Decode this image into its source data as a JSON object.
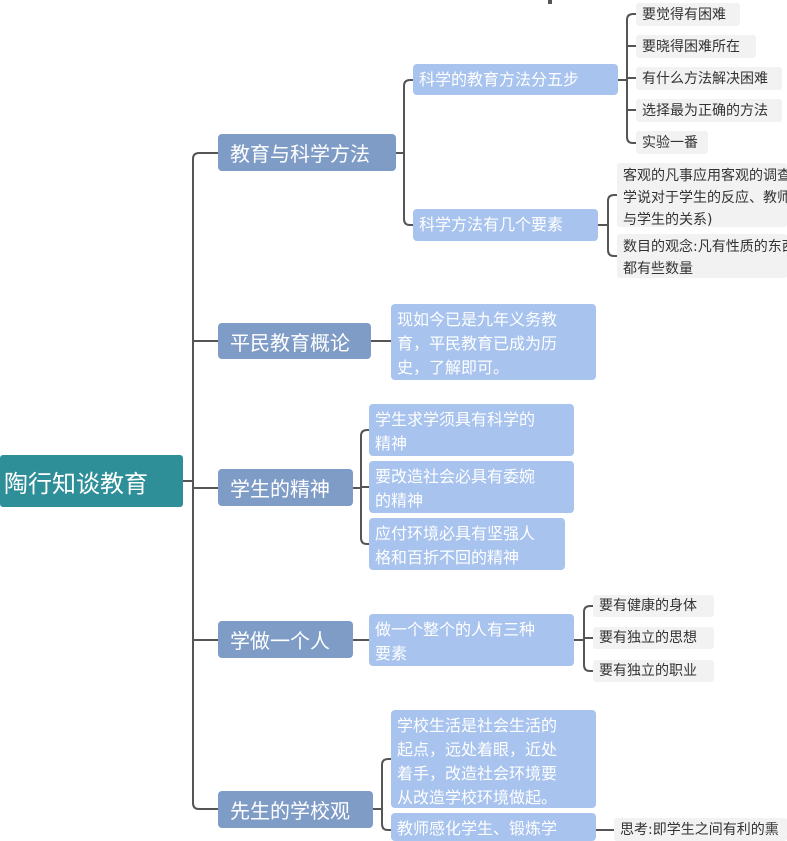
{
  "root": {
    "label": "陶行知谈教育"
  },
  "branches": [
    {
      "label": "教育与科学方法",
      "children": [
        {
          "label": "科学的教育方法分五步",
          "children": [
            "要觉得有困难",
            "要晓得困难所在",
            "有什么方法解决困难",
            "选择最为正确的方法",
            "实验一番"
          ]
        },
        {
          "label": "科学方法有几个要素",
          "children": [
            {
              "lines": [
                "客观的凡事应用客观的调查",
                "学说对于学生的反应、教师",
                "与学生的关系)"
              ]
            },
            {
              "lines": [
                "数目的观念:凡有性质的东西",
                "都有些数量"
              ]
            }
          ]
        }
      ]
    },
    {
      "label": "平民教育概论",
      "children": [
        {
          "lines": [
            "现如今已是九年义务教",
            "育，平民教育已成为历",
            "史，了解即可。"
          ]
        }
      ]
    },
    {
      "label": "学生的精神",
      "children": [
        {
          "lines": [
            "学生求学须具有科学的",
            "精神"
          ]
        },
        {
          "lines": [
            "要改造社会必具有委婉",
            "的精神"
          ]
        },
        {
          "lines": [
            "应付环境必具有坚强人",
            "格和百折不回的精神"
          ]
        }
      ]
    },
    {
      "label": "学做一个人",
      "children": [
        {
          "lines": [
            "做一个整个的人有三种",
            "要素"
          ],
          "children": [
            "要有健康的身体",
            "要有独立的思想",
            "要有独立的职业"
          ]
        }
      ]
    },
    {
      "label": "先生的学校观",
      "children": [
        {
          "lines": [
            "学校生活是社会生活的",
            "起点，远处着眼，近处",
            "着手，改造社会环境要",
            "从改造学校环境做起。"
          ]
        },
        {
          "lines": [
            "教师感化学生、锻炼学"
          ],
          "note": "思考:即学生之间有利的熏"
        }
      ]
    }
  ],
  "colors": {
    "root": "#2f8f98",
    "level1": "#7f9cc7",
    "level2": "#a7c3ee",
    "level3": "#f2f2f2",
    "connector": "#555555"
  }
}
